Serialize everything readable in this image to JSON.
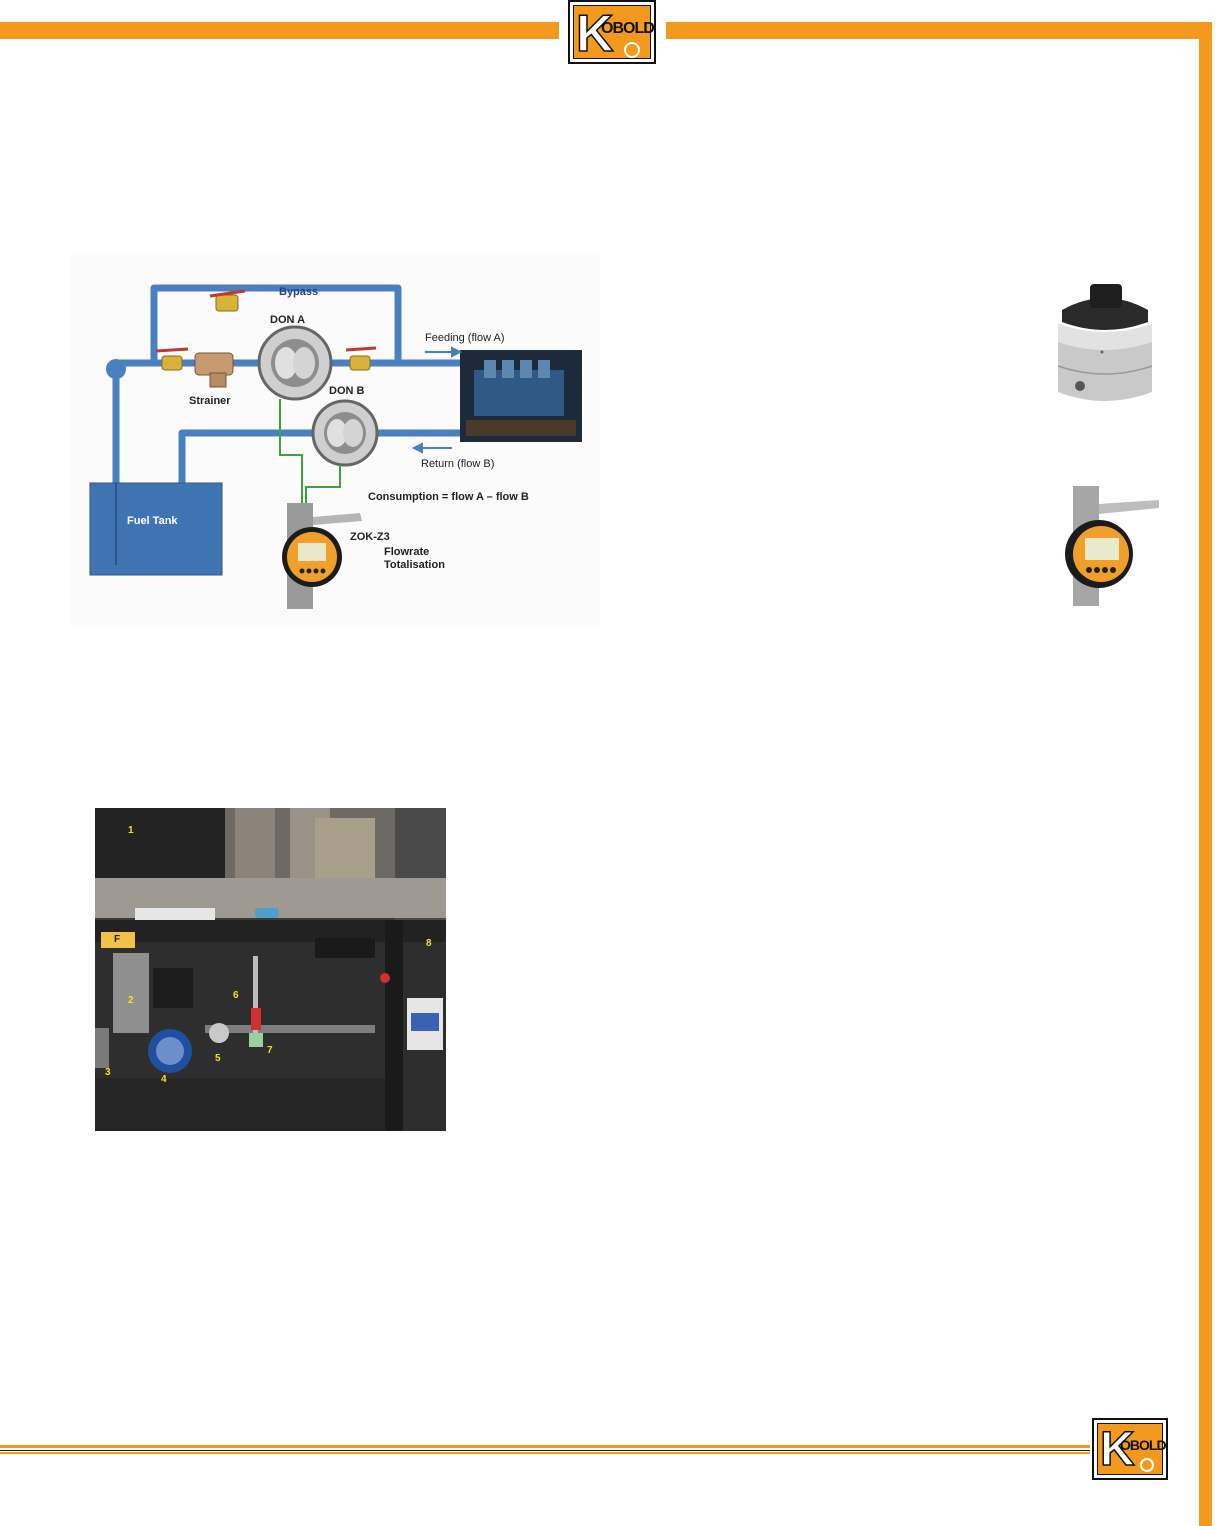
{
  "brand": {
    "logo_initial": "K",
    "logo_rest": "OBOLD"
  },
  "diagram": {
    "bypass": "Bypass",
    "don_a": "DON A",
    "don_b": "DON B",
    "feeding": "Feeding (flow A)",
    "return": "Return (flow B)",
    "strainer": "Strainer",
    "fuel_tank": "Fuel Tank",
    "consumption": "Consumption = flow A – flow B",
    "zok": "ZOK-Z3",
    "flowrate": "Flowrate",
    "totalisation": "Totalisation"
  },
  "photo": {
    "callouts": [
      "1",
      "2",
      "3",
      "4",
      "5",
      "6",
      "7",
      "8"
    ],
    "tag_letter": "F"
  },
  "colors": {
    "accent": "#f39a1e",
    "pipe": "#4a7fc0",
    "tank": "#3f74b3",
    "signal": "#3aa63a",
    "callout": "#f5e11a"
  }
}
